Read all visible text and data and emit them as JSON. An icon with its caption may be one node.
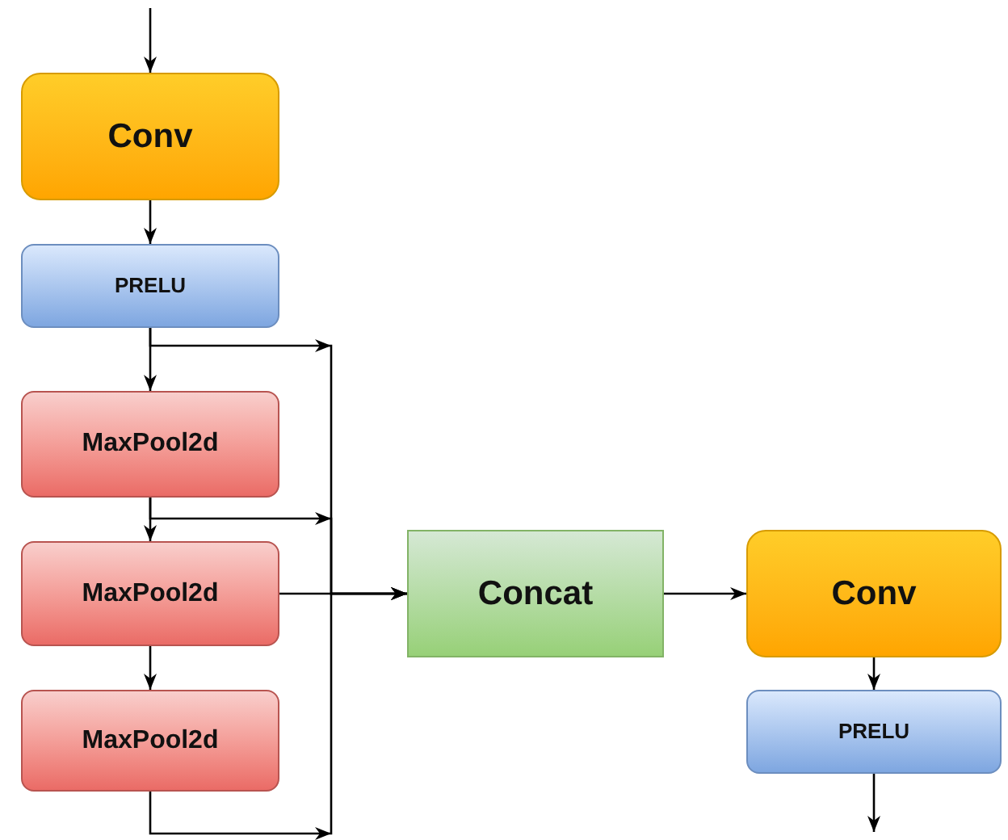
{
  "diagram": {
    "nodes": [
      {
        "text": [
          "Conv"
        ]
      },
      {
        "text": [
          "PRELU"
        ]
      },
      {
        "text": [
          "MaxPool2d"
        ]
      },
      {
        "text": [
          "MaxPool2d"
        ]
      },
      {
        "text": [
          "MaxPool2d"
        ]
      },
      {
        "text": [
          "Concat"
        ]
      },
      {
        "text": [
          "Conv"
        ]
      },
      {
        "text": [
          "PRELU"
        ]
      }
    ],
    "edges": [
      {
        "from": null,
        "to": 0,
        "arrow": "to"
      },
      {
        "from": 0,
        "to": 1,
        "arrow": "to"
      },
      {
        "from": 1,
        "to": 2,
        "arrow": "to"
      },
      {
        "from": 2,
        "to": 3,
        "arrow": "to"
      },
      {
        "from": 3,
        "to": 4,
        "arrow": "to"
      },
      {
        "from": 1,
        "to": 5,
        "arrow": "to"
      },
      {
        "from": 2,
        "to": 5,
        "arrow": "to"
      },
      {
        "from": 3,
        "to": 5,
        "arrow": "to"
      },
      {
        "from": 4,
        "to": 5,
        "arrow": "to"
      },
      {
        "from": 5,
        "to": 6,
        "arrow": "to"
      },
      {
        "from": 6,
        "to": 7,
        "arrow": "to"
      },
      {
        "from": 7,
        "to": null,
        "arrow": "to"
      }
    ]
  }
}
